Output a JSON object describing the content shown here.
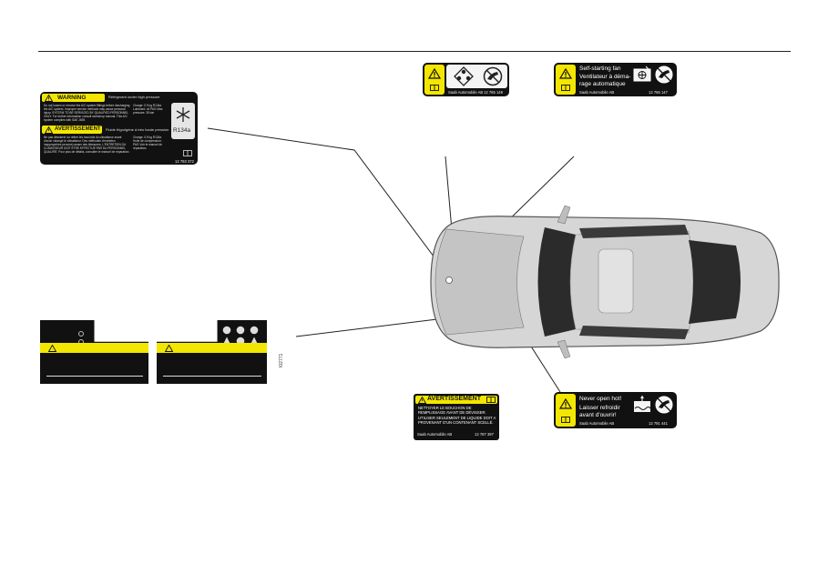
{
  "warning_label": {
    "title": "WARNING",
    "subtitle": "Refrigerant under high pressure",
    "body_en": "Do not loosen or remove the A/C system fittings before discharging the A/C system. Improper service methods may cause personal injury. SYSTEM TO BE SERVICED BY QUALIFIED PERSONNEL ONLY. For further information consult workshop manual. This A/C system complies with SAE J639.",
    "spec_en": "Charge: 0.9 kg R134a Lubricant: oil PAG Max. pressure: 35 bar",
    "avert_title": "AVERTISSEMENT",
    "avert_subtitle": "Fluide frigorigène à très haute pression",
    "body_fr": "Ne pas desserrer ou retirer les raccords du climatiseur avant d'avoir vidangé le climatiseur. Des méthodes d'entretien inappropriées peuvent causer des blessures. L'ENTRETIEN DU CLIMATISEUR DOIT ÊTRE EFFECTUÉ PAR DU PERSONNEL QUALIFIÉ. Pour plus de détails, consulter le manuel de réparation.",
    "spec_fr": "Charge: 0,9 kg R134a Huile de compression: PAG Voir le manuel de réparation.",
    "refrigerant": "R134a",
    "part_number": "12 793 372"
  },
  "fan_service_label": {
    "company": "Saab Automobile AB",
    "part_number": "12 765 149"
  },
  "fan_label": {
    "line1": "Self-starting fan",
    "line2": "Ventilateur à déma-",
    "line3": "rage automatique",
    "company": "Saab Automobile AB",
    "part_number": "12 765 147"
  },
  "coolant_avert_label": {
    "title": "AVERTISSEMENT",
    "text": "NETTOYER LE BOUCHON DE REMPLISSAGE AVANT DE DÉVISSER. UTILISER SEULEMENT DE LIQUIDE DOIT A PROVENANT D'UN CONTENANT SCELLÉ.",
    "company": "Saab Automobile AB",
    "part_number": "12 787 397"
  },
  "hot_label": {
    "line1": "Never open hot!",
    "line2": "Laisser refroidir",
    "line3": "avant d'ouvrir!",
    "company": "Saab Automobile AB",
    "part_number": "12 791 441"
  },
  "figure_code": "I02771",
  "colors": {
    "label_black": "#111111",
    "warning_yellow": "#f3e600",
    "car_grey": "#bdbdbd"
  }
}
